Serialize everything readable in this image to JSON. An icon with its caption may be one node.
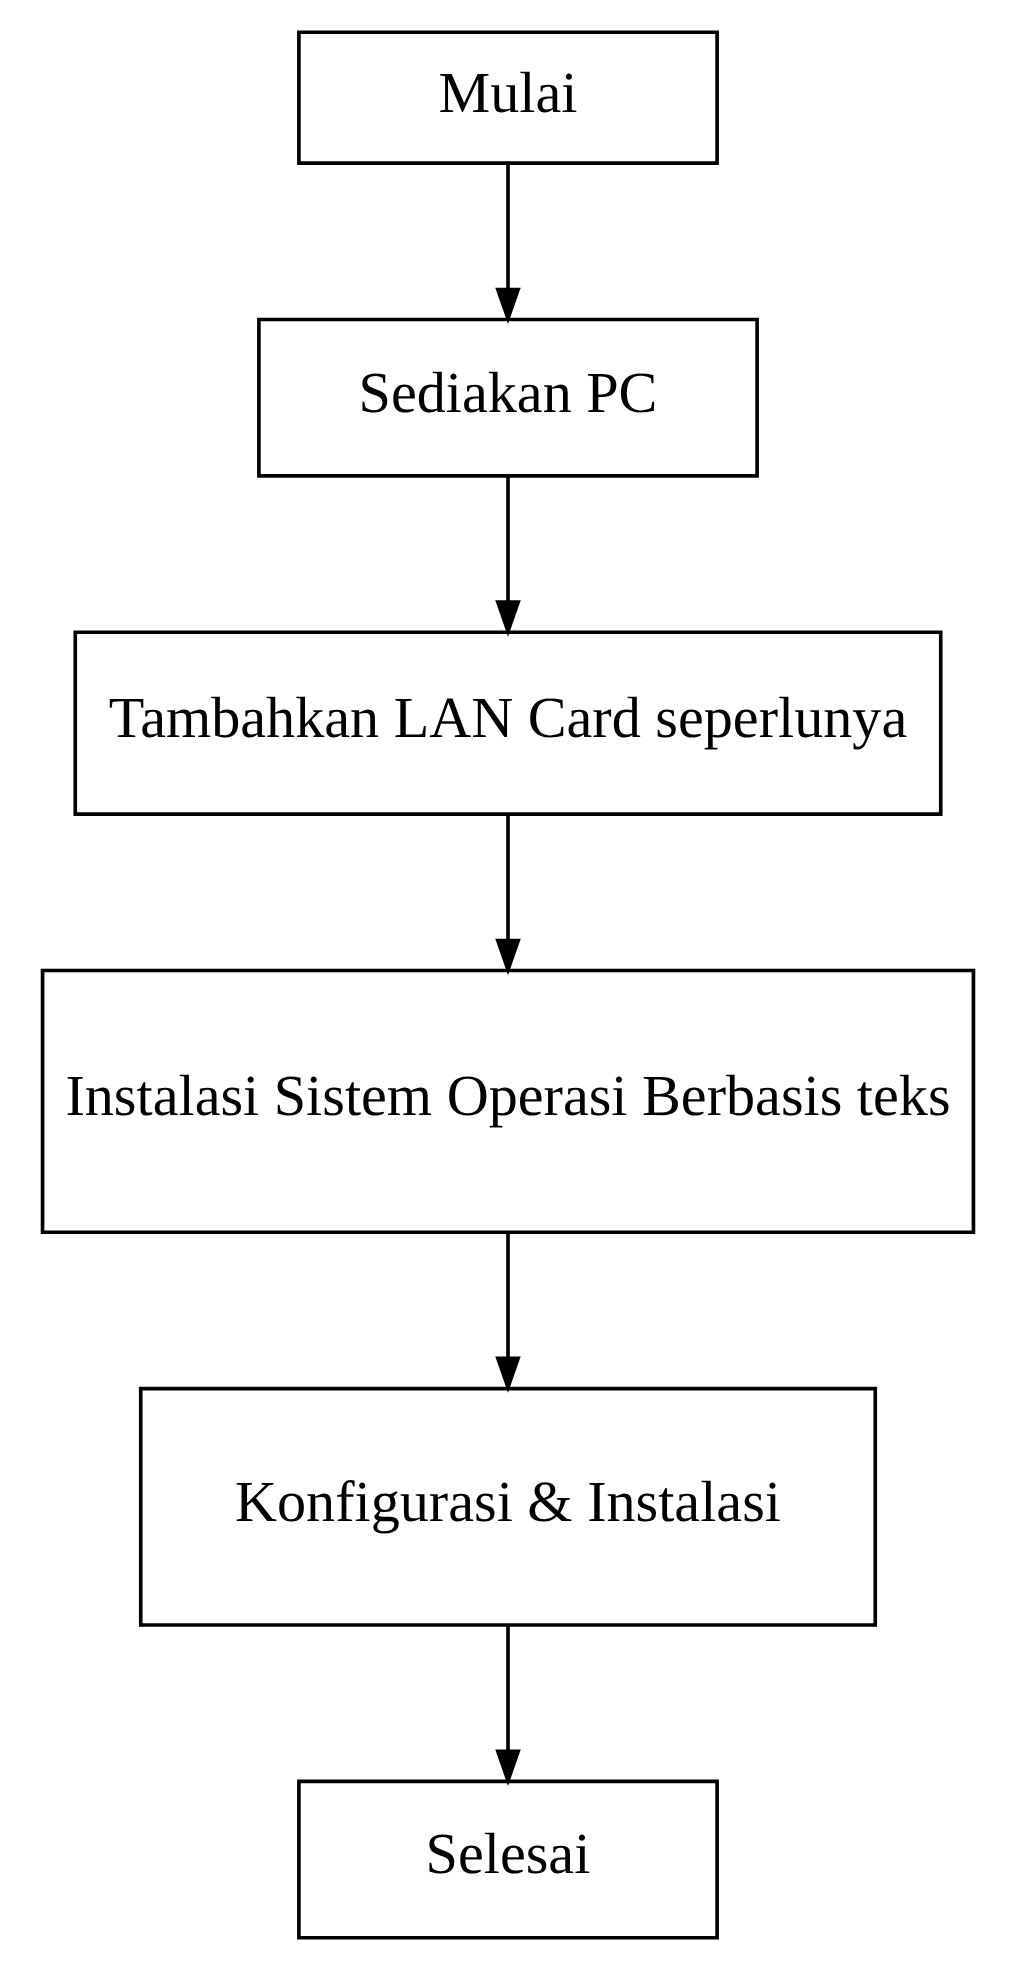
{
  "diagram": {
    "nodes": [
      {
        "text": [
          "Mulai"
        ]
      },
      {
        "text": [
          "Sediakan PC"
        ]
      },
      {
        "text": [
          "Tambahkan LAN Card seperlunya"
        ]
      },
      {
        "text": [
          "Instalasi Sistem Operasi Berbasis teks"
        ]
      },
      {
        "text": [
          "Konfigurasi & Instalasi"
        ]
      },
      {
        "text": [
          "Selesai"
        ]
      }
    ],
    "edges": [
      {
        "from": 0,
        "to": 1,
        "arrow": "to"
      },
      {
        "from": 1,
        "to": 2,
        "arrow": "to"
      },
      {
        "from": 2,
        "to": 3,
        "arrow": "to"
      },
      {
        "from": 3,
        "to": 4,
        "arrow": "to"
      },
      {
        "from": 4,
        "to": 5,
        "arrow": "to"
      }
    ]
  }
}
